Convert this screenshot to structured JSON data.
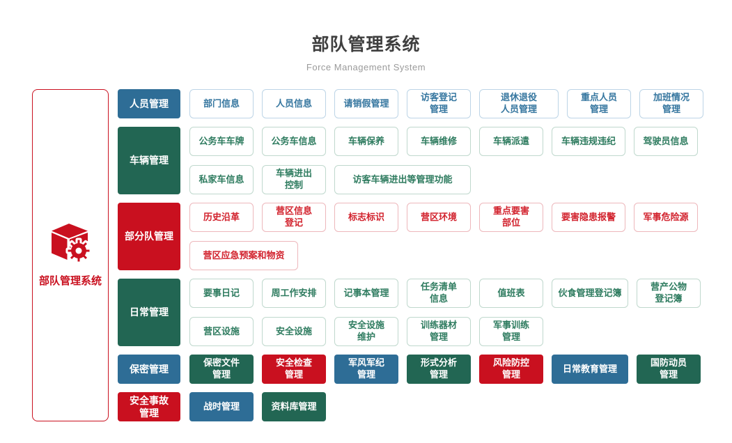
{
  "header": {
    "title": "部队管理系统",
    "subtitle": "Force Management System"
  },
  "root": {
    "label": "部队管理系统",
    "icon": "cube-gear-icon"
  },
  "palette": {
    "blue_solid": "#2E6D96",
    "green_solid": "#226653",
    "red_solid": "#C9101F",
    "blue_text": "#35769F",
    "blue_border": "#BCD4E6",
    "green_text": "#2F7C60",
    "green_border": "#BFD8CD",
    "red_text": "#D2232E",
    "red_border": "#EDB7BB",
    "title_text": "#3F3F3F",
    "subtitle_text": "#9A9A9A"
  },
  "sections": [
    {
      "id": "personnel",
      "label": "人员管理",
      "color": "blue",
      "items_style": "outline",
      "rows": [
        [
          {
            "label": "部门信息"
          },
          {
            "label": "人员信息"
          },
          {
            "label": "请销假管理"
          },
          {
            "label": "访客登记\n管理"
          },
          {
            "label": "退休退役\n人员管理",
            "w": 114
          },
          {
            "label": "重点人员\n管理"
          },
          {
            "label": "加班情况\n管理"
          }
        ]
      ]
    },
    {
      "id": "vehicle",
      "label": "车辆管理",
      "color": "green",
      "items_style": "outline",
      "rows": [
        [
          {
            "label": "公务车车牌"
          },
          {
            "label": "公务车信息"
          },
          {
            "label": "车辆保养"
          },
          {
            "label": "车辆维修"
          },
          {
            "label": "车辆派遣"
          },
          {
            "label": "车辆违规违纪",
            "w": 106
          },
          {
            "label": "驾驶员信息"
          }
        ],
        [
          {
            "label": "私家车信息"
          },
          {
            "label": "车辆进出\n控制"
          },
          {
            "label": "访客车辆进出等管理功能",
            "w": 196
          }
        ]
      ]
    },
    {
      "id": "sub-unit",
      "label": "部分队管理",
      "color": "red",
      "items_style": "outline",
      "rows": [
        [
          {
            "label": "历史沿革"
          },
          {
            "label": "营区信息\n登记"
          },
          {
            "label": "标志标识"
          },
          {
            "label": "营区环境"
          },
          {
            "label": "重点要害\n部位"
          },
          {
            "label": "要害隐患报警",
            "w": 106
          },
          {
            "label": "军事危险源"
          }
        ],
        [
          {
            "label": "营区应急预案和物资",
            "w": 156
          }
        ]
      ]
    },
    {
      "id": "daily",
      "label": "日常管理",
      "color": "green",
      "items_style": "outline",
      "rows": [
        [
          {
            "label": "要事日记"
          },
          {
            "label": "周工作安排"
          },
          {
            "label": "记事本管理"
          },
          {
            "label": "任务清单\n信息"
          },
          {
            "label": "值班表"
          },
          {
            "label": "伙食管理登记簿",
            "w": 110
          },
          {
            "label": "营产公物\n登记簿"
          }
        ],
        [
          {
            "label": "营区设施"
          },
          {
            "label": "安全设施"
          },
          {
            "label": "安全设施\n维护"
          },
          {
            "label": "训练器材\n管理"
          },
          {
            "label": "军事训练\n管理"
          }
        ]
      ]
    },
    {
      "id": "secrecy",
      "label": "保密管理",
      "color": "blue",
      "items_style": "solid",
      "rows": [
        [
          {
            "label": "保密文件\n管理",
            "color": "green"
          },
          {
            "label": "安全检查\n管理",
            "color": "red"
          },
          {
            "label": "军风军纪\n管理",
            "color": "blue"
          },
          {
            "label": "形式分析\n管理",
            "color": "green"
          },
          {
            "label": "风险防控\n管理",
            "color": "red"
          },
          {
            "label": "日常教育管理",
            "color": "blue",
            "w": 110
          },
          {
            "label": "国防动员\n管理",
            "color": "green"
          }
        ]
      ]
    },
    {
      "id": "accident",
      "label": "安全事故\n管理",
      "color": "red",
      "items_style": "solid",
      "rows": [
        [
          {
            "label": "战时管理",
            "color": "blue"
          },
          {
            "label": "资料库管理",
            "color": "green"
          }
        ]
      ]
    }
  ]
}
